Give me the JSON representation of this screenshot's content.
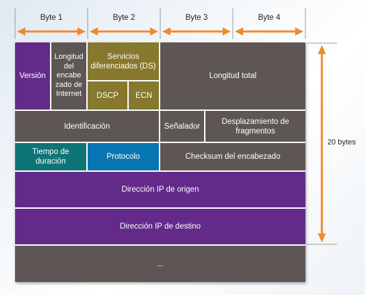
{
  "byte_labels": [
    "Byte 1",
    "Byte 2",
    "Byte 3",
    "Byte 4"
  ],
  "side_label": "20 bytes",
  "fields": {
    "version": "Versión",
    "ihl": "Longitud del encabe zado de Internet",
    "ds": "Servicios diferenciados (DS)",
    "dscp": "DSCP",
    "ecn": "ECN",
    "total_length": "Longitud total",
    "identification": "Identificación",
    "flags": "Señalador",
    "fragment_offset": "Desplazamiento de fragmentos",
    "ttl": "Tiempo de duración",
    "protocol": "Protocolo",
    "checksum": "Checksum del encabezado",
    "src_ip": "Dirección IP de origen",
    "dst_ip": "Dirección IP de destino",
    "options": "..."
  },
  "colors": {
    "gray": "#5d5654",
    "purple": "#632a8a",
    "olive": "#86782c",
    "teal": "#0e7476",
    "blue": "#0876b3",
    "arrow": "#f08a2c"
  }
}
